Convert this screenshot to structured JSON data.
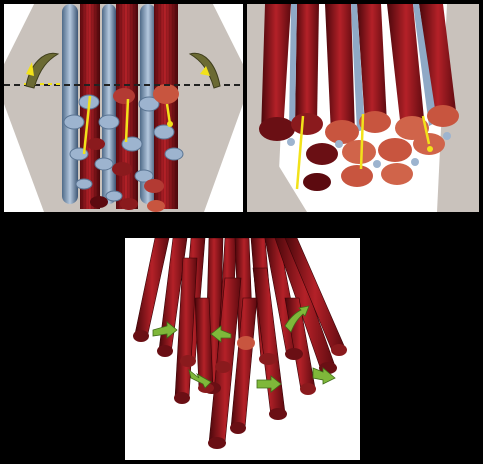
{
  "figure": {
    "description_panels": [
      "top-left",
      "top-right",
      "bottom"
    ],
    "colors": {
      "background": "#000000",
      "panel_bg": "#ffffff",
      "backdrop": "#c9c2bc",
      "red_rod": "#a3191f",
      "red_rod_dark": "#5c0a0f",
      "blue_rod": "#8fa9c6",
      "blue_rod_dark": "#4f6a88",
      "yellow": "#f2e21a",
      "green_arrow": "#7fb83a",
      "dashed_line": "#222222"
    },
    "icons": [
      "curved-arrow-icon",
      "curved-arrow-icon",
      "green-arrow-icon"
    ]
  }
}
